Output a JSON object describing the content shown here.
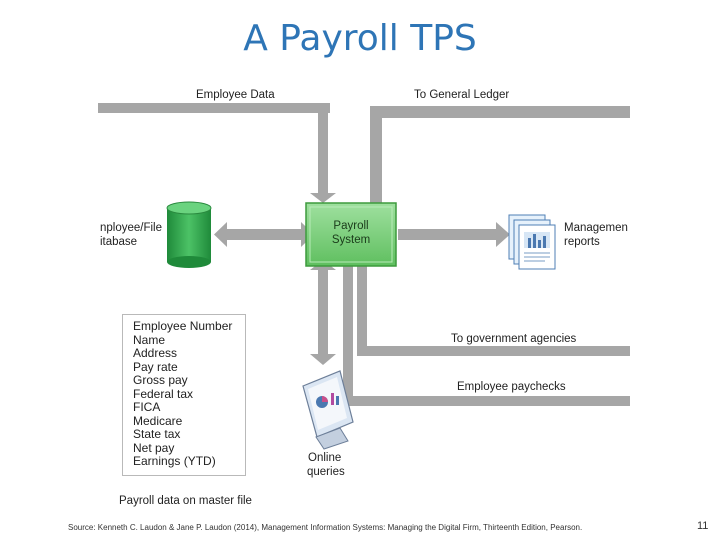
{
  "title": "A Payroll TPS",
  "labels": {
    "employee_data": "Employee Data",
    "general_ledger": "To General Ledger",
    "database_line1": "nployee/File",
    "database_line2": "itabase",
    "payroll_line1": "Payroll",
    "payroll_line2": "System",
    "management_line1": "Managemen",
    "management_line2": "reports",
    "government": "To government agencies",
    "paychecks": "Employee paychecks",
    "online_line1": "Online",
    "online_line2": "queries",
    "caption": "Payroll data on master file"
  },
  "fields": [
    "Employee Number",
    "Name",
    "Address",
    "Pay rate",
    "Gross pay",
    "Federal tax",
    "FICA",
    "Medicare",
    "State tax",
    "Net pay",
    "Earnings (YTD)"
  ],
  "source": "Source: Kenneth C. Laudon & Jane P. Laudon (2014), Management Information Systems: Managing the Digital Firm, Thirteenth Edition, Pearson.",
  "page_number": "11",
  "colors": {
    "title": "#2e75b6",
    "arrows": "#a6a6a6",
    "payroll_box": "#7fcf7f",
    "database": "#2fa64a"
  }
}
